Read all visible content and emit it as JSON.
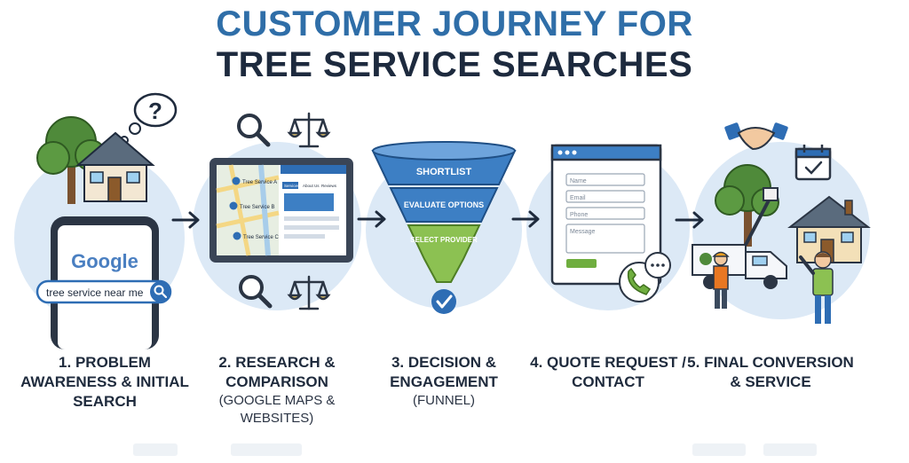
{
  "title": {
    "line1": "CUSTOMER JOURNEY FOR",
    "line2": "TREE SERVICE SEARCHES"
  },
  "step1": {
    "label": "1. PROBLEM AWARENESS & INITIAL SEARCH",
    "bubble_symbol": "?",
    "search_logo": "Google",
    "search_query": "tree service near me",
    "icons": [
      "thought-bubble-icon",
      "tree-icon",
      "house-icon",
      "phone-icon",
      "search-icon"
    ]
  },
  "step2": {
    "label": "2. RESEARCH & COMPARISON",
    "sublabel": "(GOOGLE MAPS & WEBSITES)",
    "map_pins": [
      "Tree Service A",
      "Tree Service B",
      "Tree Service C"
    ],
    "web_tabs": [
      "Services",
      "About Us",
      "Reviews"
    ],
    "icons": [
      "magnifier-icon",
      "scales-icon",
      "tablet-icon",
      "map-pin-icon"
    ]
  },
  "step3": {
    "label": "3. DECISION & ENGAGEMENT",
    "sublabel": "(FUNNEL)",
    "funnel": [
      "SHORTLIST",
      "EVALUATE OPTIONS",
      "SELECT PROVIDER"
    ],
    "icons": [
      "funnel-icon",
      "checkmark-icon"
    ]
  },
  "step4": {
    "label": "4. QUOTE REQUEST / CONTACT",
    "form_fields": [
      "Name",
      "Email",
      "Phone",
      "Message"
    ],
    "icons": [
      "form-window-icon",
      "phone-call-icon",
      "chat-bubble-icon"
    ]
  },
  "step5": {
    "label": "5. FINAL CONVERSION & SERVICE",
    "icons": [
      "handshake-icon",
      "calendar-icon",
      "tree-icon",
      "house-icon",
      "bucket-truck-icon",
      "worker-icon",
      "happy-customer-icon"
    ]
  },
  "colors": {
    "title_blue": "#2f6ea8",
    "title_dark": "#1d2a3e",
    "circle_bg": "#dce9f6",
    "funnel_blue": "#3d7fc4",
    "funnel_green": "#8cc152",
    "button_green": "#6fae3f",
    "check_blue": "#2e6db4"
  }
}
